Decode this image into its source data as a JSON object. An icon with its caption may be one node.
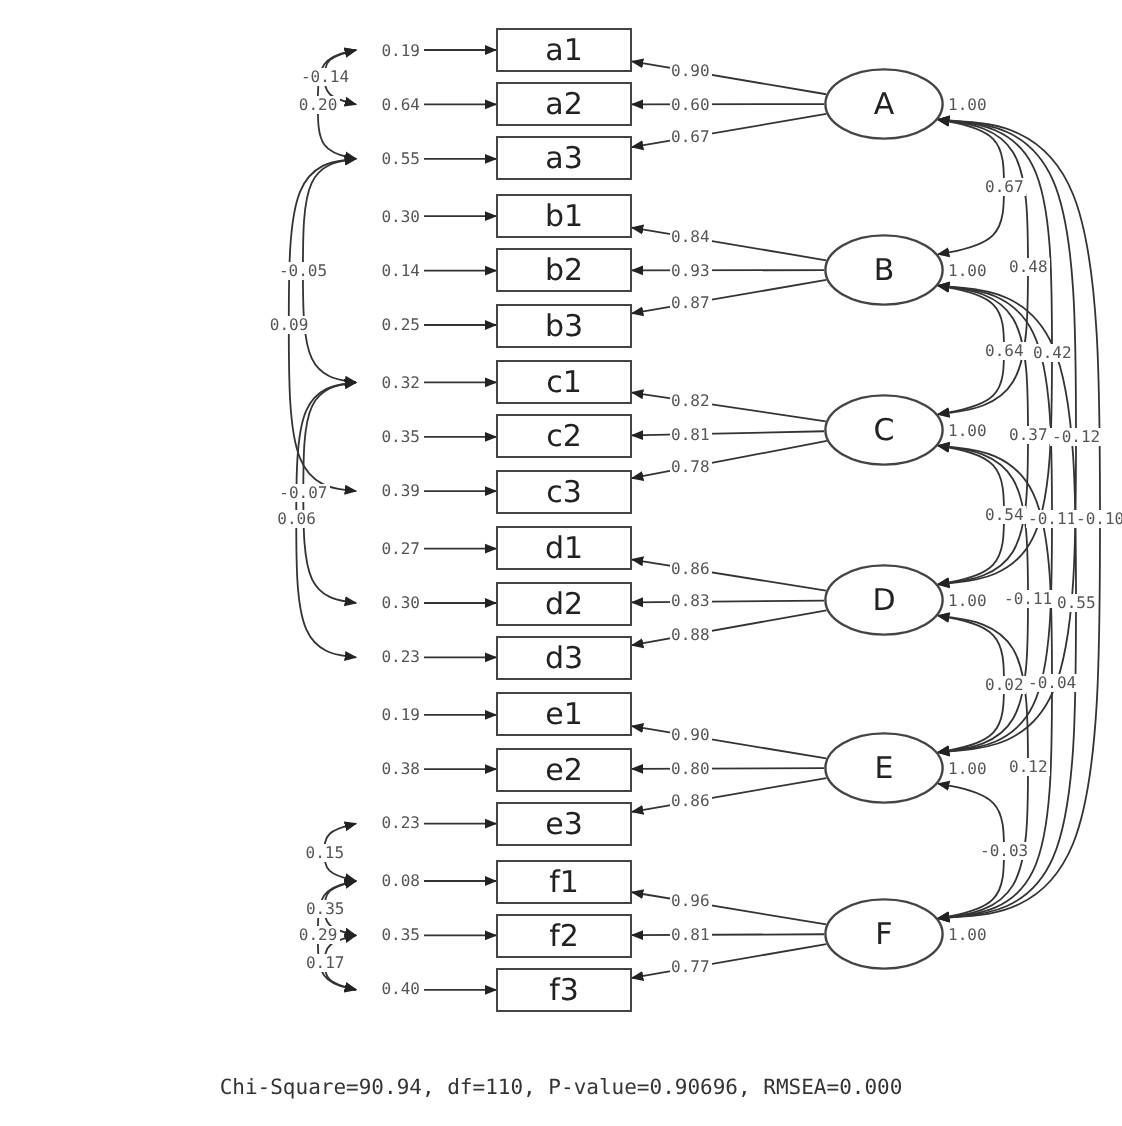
{
  "diagram": {
    "caption": "Chi-Square=90.94, df=110, P-value=0.90696, RMSEA=0.000",
    "nodes": [
      {
        "text": [
          "a1"
        ]
      },
      {
        "text": [
          "a2"
        ]
      },
      {
        "text": [
          "a3"
        ]
      },
      {
        "text": [
          "b1"
        ]
      },
      {
        "text": [
          "b2"
        ]
      },
      {
        "text": [
          "b3"
        ]
      },
      {
        "text": [
          "c1"
        ]
      },
      {
        "text": [
          "c2"
        ]
      },
      {
        "text": [
          "c3"
        ]
      },
      {
        "text": [
          "d1"
        ]
      },
      {
        "text": [
          "d2"
        ]
      },
      {
        "text": [
          "d3"
        ]
      },
      {
        "text": [
          "e1"
        ]
      },
      {
        "text": [
          "e2"
        ]
      },
      {
        "text": [
          "e3"
        ]
      },
      {
        "text": [
          "f1"
        ]
      },
      {
        "text": [
          "f2"
        ]
      },
      {
        "text": [
          "f3"
        ]
      },
      {
        "text": [
          "A"
        ],
        "beside": [
          "1.00"
        ]
      },
      {
        "text": [
          "B"
        ],
        "beside": [
          "1.00"
        ]
      },
      {
        "text": [
          "C"
        ],
        "beside": [
          "1.00"
        ]
      },
      {
        "text": [
          "D"
        ],
        "beside": [
          "1.00"
        ]
      },
      {
        "text": [
          "E"
        ],
        "beside": [
          "1.00"
        ]
      },
      {
        "text": [
          "F"
        ],
        "beside": [
          "1.00"
        ]
      },
      {
        "text": [
          "0.19"
        ]
      },
      {
        "text": [
          "0.64"
        ]
      },
      {
        "text": [
          "0.55"
        ]
      },
      {
        "text": [
          "0.30"
        ]
      },
      {
        "text": [
          "0.14"
        ]
      },
      {
        "text": [
          "0.25"
        ]
      },
      {
        "text": [
          "0.32"
        ]
      },
      {
        "text": [
          "0.35"
        ]
      },
      {
        "text": [
          "0.39"
        ]
      },
      {
        "text": [
          "0.27"
        ]
      },
      {
        "text": [
          "0.30"
        ]
      },
      {
        "text": [
          "0.23"
        ]
      },
      {
        "text": [
          "0.19"
        ]
      },
      {
        "text": [
          "0.38"
        ]
      },
      {
        "text": [
          "0.23"
        ]
      },
      {
        "text": [
          "0.08"
        ]
      },
      {
        "text": [
          "0.35"
        ]
      },
      {
        "text": [
          "0.40"
        ]
      }
    ],
    "edges": [
      {
        "from": 18,
        "to": 0,
        "arrow": "to",
        "label": "0.90"
      },
      {
        "from": 18,
        "to": 1,
        "arrow": "to",
        "label": "0.60"
      },
      {
        "from": 18,
        "to": 2,
        "arrow": "to",
        "label": "0.67"
      },
      {
        "from": 19,
        "to": 3,
        "arrow": "to",
        "label": "0.84"
      },
      {
        "from": 19,
        "to": 4,
        "arrow": "to",
        "label": "0.93"
      },
      {
        "from": 19,
        "to": 5,
        "arrow": "to",
        "label": "0.87"
      },
      {
        "from": 20,
        "to": 6,
        "arrow": "to",
        "label": "0.82"
      },
      {
        "from": 20,
        "to": 7,
        "arrow": "to",
        "label": "0.81"
      },
      {
        "from": 20,
        "to": 8,
        "arrow": "to",
        "label": "0.78"
      },
      {
        "from": 21,
        "to": 9,
        "arrow": "to",
        "label": "0.86"
      },
      {
        "from": 21,
        "to": 10,
        "arrow": "to",
        "label": "0.83"
      },
      {
        "from": 21,
        "to": 11,
        "arrow": "to",
        "label": "0.88"
      },
      {
        "from": 22,
        "to": 12,
        "arrow": "to",
        "label": "0.90"
      },
      {
        "from": 22,
        "to": 13,
        "arrow": "to",
        "label": "0.80"
      },
      {
        "from": 22,
        "to": 14,
        "arrow": "to",
        "label": "0.86"
      },
      {
        "from": 23,
        "to": 15,
        "arrow": "to",
        "label": "0.96"
      },
      {
        "from": 23,
        "to": 16,
        "arrow": "to",
        "label": "0.81"
      },
      {
        "from": 23,
        "to": 17,
        "arrow": "to",
        "label": "0.77"
      },
      {
        "from": 24,
        "to": 0,
        "arrow": "to"
      },
      {
        "from": 25,
        "to": 1,
        "arrow": "to"
      },
      {
        "from": 26,
        "to": 2,
        "arrow": "to"
      },
      {
        "from": 27,
        "to": 3,
        "arrow": "to"
      },
      {
        "from": 28,
        "to": 4,
        "arrow": "to"
      },
      {
        "from": 29,
        "to": 5,
        "arrow": "to"
      },
      {
        "from": 30,
        "to": 6,
        "arrow": "to"
      },
      {
        "from": 31,
        "to": 7,
        "arrow": "to"
      },
      {
        "from": 32,
        "to": 8,
        "arrow": "to"
      },
      {
        "from": 33,
        "to": 9,
        "arrow": "to"
      },
      {
        "from": 34,
        "to": 10,
        "arrow": "to"
      },
      {
        "from": 35,
        "to": 11,
        "arrow": "to"
      },
      {
        "from": 36,
        "to": 12,
        "arrow": "to"
      },
      {
        "from": 37,
        "to": 13,
        "arrow": "to"
      },
      {
        "from": 38,
        "to": 14,
        "arrow": "to"
      },
      {
        "from": 39,
        "to": 15,
        "arrow": "to"
      },
      {
        "from": 40,
        "to": 16,
        "arrow": "to"
      },
      {
        "from": 41,
        "to": 17,
        "arrow": "to"
      },
      {
        "from": 24,
        "to": 25,
        "arrow": "both",
        "label": "-0.14"
      },
      {
        "from": 24,
        "to": 26,
        "arrow": "both",
        "label": "0.20"
      },
      {
        "from": 26,
        "to": 30,
        "arrow": "both",
        "label": "-0.05"
      },
      {
        "from": 26,
        "to": 32,
        "arrow": "both",
        "label": "0.09"
      },
      {
        "from": 30,
        "to": 35,
        "arrow": "both",
        "label": "0.06"
      },
      {
        "from": 30,
        "to": 34,
        "arrow": "both",
        "label": "-0.07"
      },
      {
        "from": 38,
        "to": 39,
        "arrow": "both",
        "label": "0.15"
      },
      {
        "from": 39,
        "to": 40,
        "arrow": "both",
        "label": "0.35"
      },
      {
        "from": 39,
        "to": 41,
        "arrow": "both",
        "label": "0.29"
      },
      {
        "from": 40,
        "to": 41,
        "arrow": "both",
        "label": "0.17"
      },
      {
        "from": 18,
        "to": 19,
        "arrow": "both",
        "label": "0.67"
      },
      {
        "from": 19,
        "to": 20,
        "arrow": "both",
        "label": "0.64"
      },
      {
        "from": 20,
        "to": 21,
        "arrow": "both",
        "label": "0.54"
      },
      {
        "from": 21,
        "to": 22,
        "arrow": "both",
        "label": "0.02"
      },
      {
        "from": 22,
        "to": 23,
        "arrow": "both",
        "label": "-0.03"
      },
      {
        "from": 18,
        "to": 20,
        "arrow": "both",
        "label": "0.48"
      },
      {
        "from": 19,
        "to": 21,
        "arrow": "both",
        "label": "0.37"
      },
      {
        "from": 20,
        "to": 22,
        "arrow": "both",
        "label": "-0.11"
      },
      {
        "from": 21,
        "to": 23,
        "arrow": "both",
        "label": "0.12"
      },
      {
        "from": 18,
        "to": 21,
        "arrow": "both",
        "label": "0.42"
      },
      {
        "from": 19,
        "to": 22,
        "arrow": "both",
        "label": "-0.11"
      },
      {
        "from": 20,
        "to": 23,
        "arrow": "both",
        "label": "-0.04"
      },
      {
        "from": 18,
        "to": 22,
        "arrow": "both",
        "label": "-0.12"
      },
      {
        "from": 19,
        "to": 23,
        "arrow": "both",
        "label": "0.55"
      },
      {
        "from": 18,
        "to": 23,
        "arrow": "both",
        "label": "-0.10"
      }
    ]
  }
}
